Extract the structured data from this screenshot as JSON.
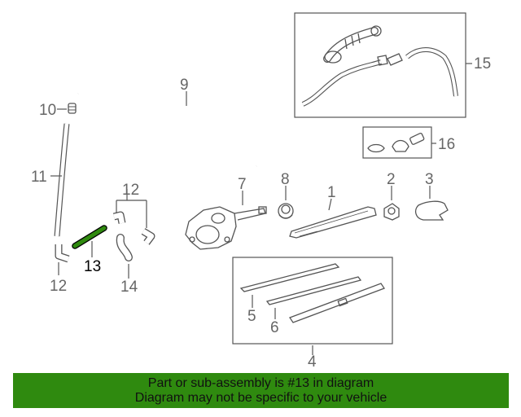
{
  "callouts": {
    "c1": "1",
    "c2": "2",
    "c3": "3",
    "c4": "4",
    "c5": "5",
    "c6": "6",
    "c7": "7",
    "c8": "8",
    "c9": "9",
    "c10": "10",
    "c11": "11",
    "c12a": "12",
    "c12b": "12",
    "c13": "13",
    "c14": "14",
    "c15": "15",
    "c16": "16"
  },
  "highlight": {
    "part_number": "13",
    "color": "#2f8a0f"
  },
  "banner": {
    "line1": "Part or sub-assembly is #13 in diagram",
    "line2": "Diagram may not be specific to your vehicle",
    "background": "#2f8a0f"
  }
}
